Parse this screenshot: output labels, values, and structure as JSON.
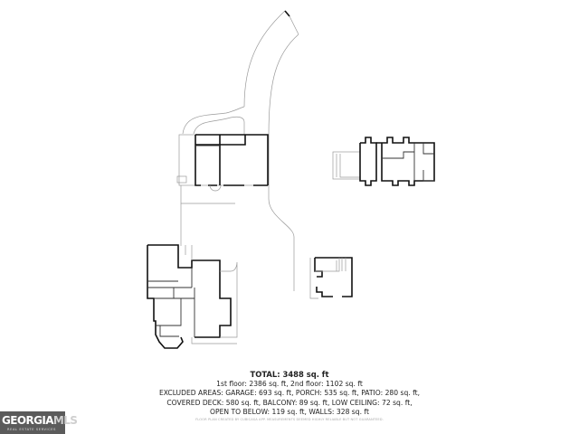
{
  "summary": {
    "total": "TOTAL: 3488 sq. ft",
    "floors": "1st floor: 2386 sq. ft, 2nd floor: 1102 sq. ft",
    "excluded_1": "EXCLUDED AREAS: GARAGE: 693 sq. ft, PORCH: 535 sq. ft, PATIO: 280 sq. ft,",
    "excluded_2": "COVERED DECK: 580 sq. ft, BALCONY: 89 sq. ft, LOW CEILING: 72 sq. ft,",
    "excluded_3": "OPEN TO BELOW: 119 sq. ft, WALLS: 328 sq. ft",
    "disclaimer": "FLOOR PLAN CREATED BY CUBICASA APP. MEASUREMENTS DEEMED HIGHLY RELIABLE BUT NOT GUARANTEED."
  },
  "logo": {
    "name_a": "GEORGIA",
    "name_b": "MLS",
    "tagline": "REAL ESTATE SERVICES"
  },
  "colors": {
    "logo_bg": "#5b5b5b",
    "wall": "#111111",
    "outline": "#9a9a9a"
  }
}
